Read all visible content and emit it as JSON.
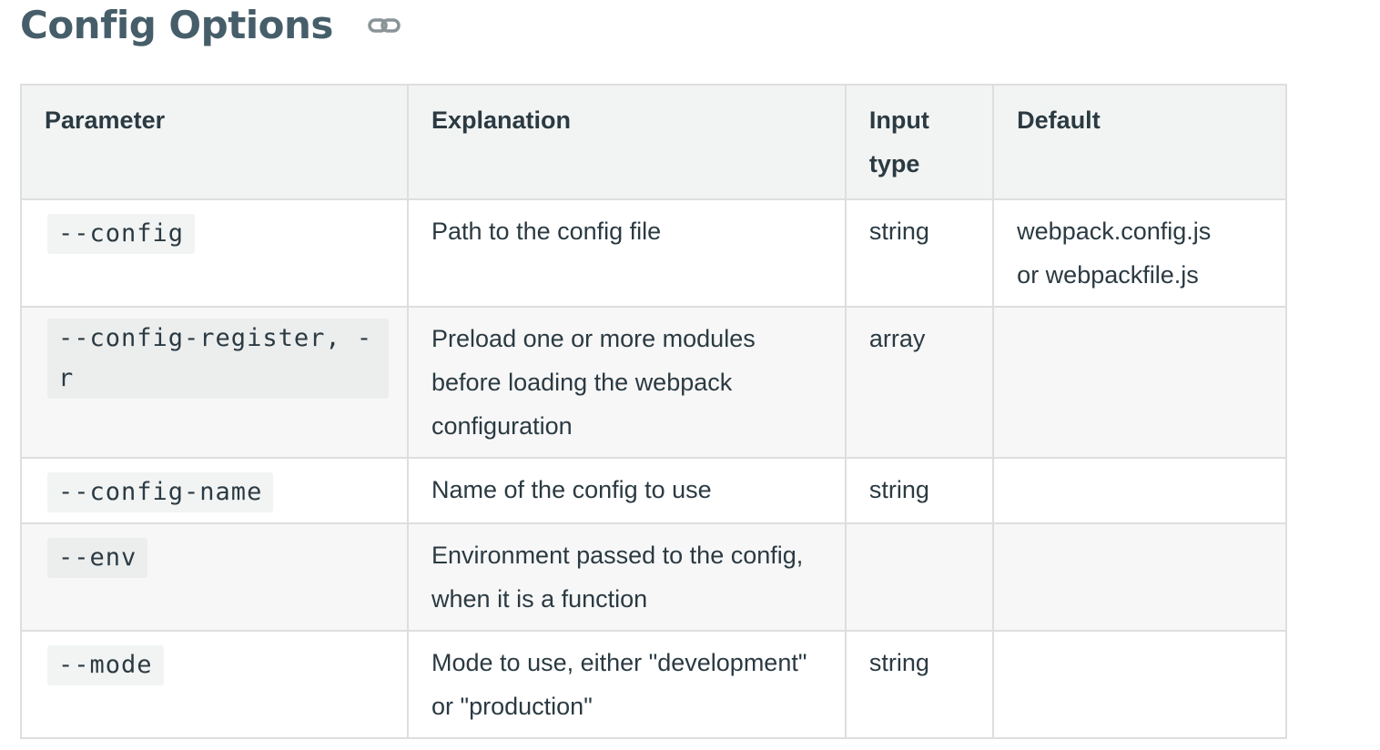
{
  "page": {
    "title": "Config Options",
    "anchor_icon": "link-icon"
  },
  "table": {
    "headers": {
      "parameter": "Parameter",
      "explanation": "Explanation",
      "input_type_line1": "Input",
      "input_type_line2": "type",
      "default": "Default"
    },
    "rows": [
      {
        "parameter": "--config",
        "explanation": "Path to the config file",
        "input_type": "string",
        "default_line1": "webpack.config.js",
        "default_line2": "or webpackfile.js"
      },
      {
        "parameter": "--config-register, -r",
        "explanation": "Preload one or more modules before loading the webpack configuration",
        "input_type": "array",
        "default_line1": "",
        "default_line2": ""
      },
      {
        "parameter": "--config-name",
        "explanation": "Name of the config to use",
        "input_type": "string",
        "default_line1": "",
        "default_line2": ""
      },
      {
        "parameter": "--env",
        "explanation": "Environment passed to the config, when it is a function",
        "input_type": "",
        "default_line1": "",
        "default_line2": ""
      },
      {
        "parameter": "--mode",
        "explanation": "Mode to use, either \"development\" or \"production\"",
        "input_type": "string",
        "default_line1": "",
        "default_line2": ""
      }
    ]
  },
  "colors": {
    "title": "#465e69",
    "text": "#2b3a42",
    "header_bg": "#f2f4f4",
    "row_alt_bg": "#f7f7f7",
    "border": "#dedede",
    "link_icon": "#8a9396"
  }
}
